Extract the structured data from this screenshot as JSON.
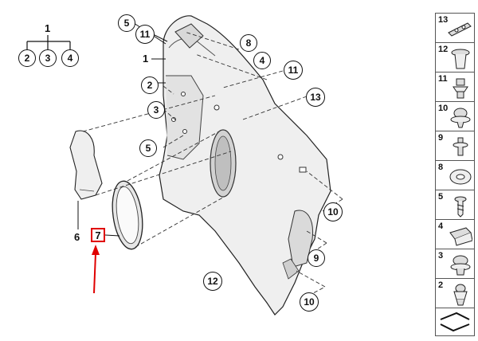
{
  "callouts": {
    "top_group": {
      "parent": "1",
      "children": [
        "2",
        "3",
        "4"
      ]
    },
    "c5_top": "5",
    "c11_top": "11",
    "c1_main": "1",
    "c8": "8",
    "c4": "4",
    "c11_right": "11",
    "c2": "2",
    "c3": "3",
    "c13": "13",
    "c5_mid": "5",
    "c6": "6",
    "c7": "7",
    "c10_right": "10",
    "c9": "9",
    "c12": "12",
    "c10_bottom": "10"
  },
  "legend": {
    "items": [
      {
        "num": "13",
        "icon": "clip-bracket-icon"
      },
      {
        "num": "12",
        "icon": "expanding-rivet-icon"
      },
      {
        "num": "11",
        "icon": "push-clip-icon"
      },
      {
        "num": "10",
        "icon": "mushroom-clip-icon"
      },
      {
        "num": "9",
        "icon": "pin-rivet-icon"
      },
      {
        "num": "8",
        "icon": "star-washer-icon"
      },
      {
        "num": "5",
        "icon": "screw-icon"
      },
      {
        "num": "4",
        "icon": "spring-clip-icon"
      },
      {
        "num": "3",
        "icon": "grommet-icon"
      },
      {
        "num": "2",
        "icon": "expanding-nut-icon"
      },
      {
        "num": "",
        "icon": "zigzag-symbol-icon"
      }
    ]
  },
  "colors": {
    "highlight": "#e00000",
    "panel_fill": "#efefef",
    "line": "#111111"
  }
}
